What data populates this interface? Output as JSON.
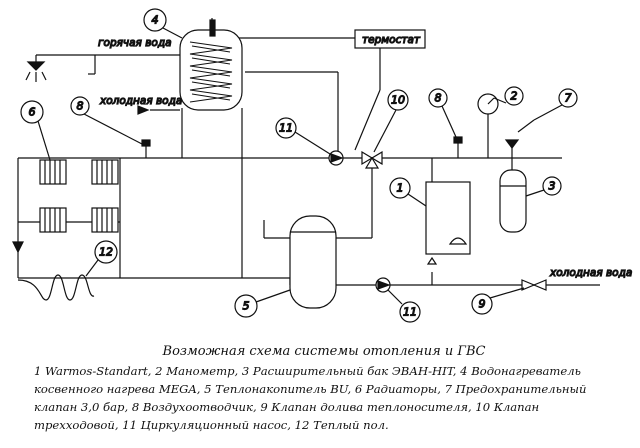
{
  "labels": {
    "hot_water": "горячая вода",
    "cold_water_top": "холодная вода",
    "cold_water_bottom": "холодная вода",
    "thermostat": "термостат"
  },
  "callouts": {
    "c1": "1",
    "c2": "2",
    "c3": "3",
    "c4": "4",
    "c5": "5",
    "c6": "6",
    "c7": "7",
    "c8a": "8",
    "c8b": "8",
    "c9": "9",
    "c10": "10",
    "c11a": "11",
    "c11b": "11",
    "c12": "12"
  },
  "caption": {
    "title": "Возможная схема системы отопления и ГВС",
    "legend": "1 Warmos-Standart, 2 Манометр, 3 Расширительный бак ЭВАН-HIT, 4 Водонагреватель косвенного нагрева MEGA, 5 Теплонакопитель BU, 6 Радиаторы, 7 Предохранительный клапан 3,0 бар, 8 Воздухоотводчик, 9 Клапан долива теплоносителя, 10 Клапан трехходовой, 11 Циркуляционный насос, 12 Теплый пол."
  }
}
